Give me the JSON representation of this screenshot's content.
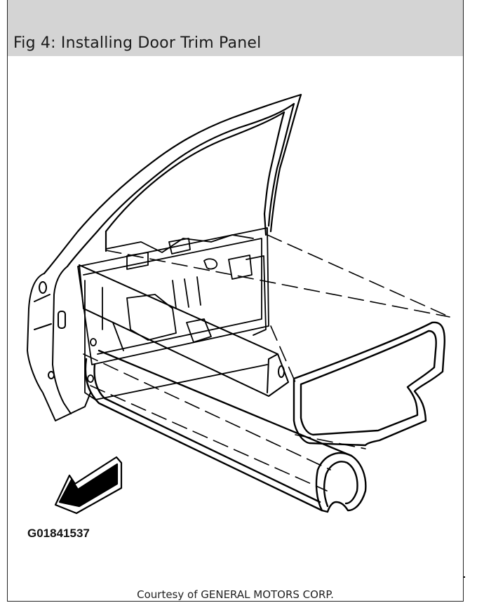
{
  "figure": {
    "title": "Fig 4: Installing Door Trim Panel",
    "figure_id": "G01841537",
    "courtesy": "Courtesy of GENERAL MOTORS CORP."
  },
  "colors": {
    "header_bg": "#d4d4d4",
    "line": "#000000",
    "background": "#ffffff"
  },
  "icons": {
    "direction_arrow": "forward-arrow-icon"
  }
}
